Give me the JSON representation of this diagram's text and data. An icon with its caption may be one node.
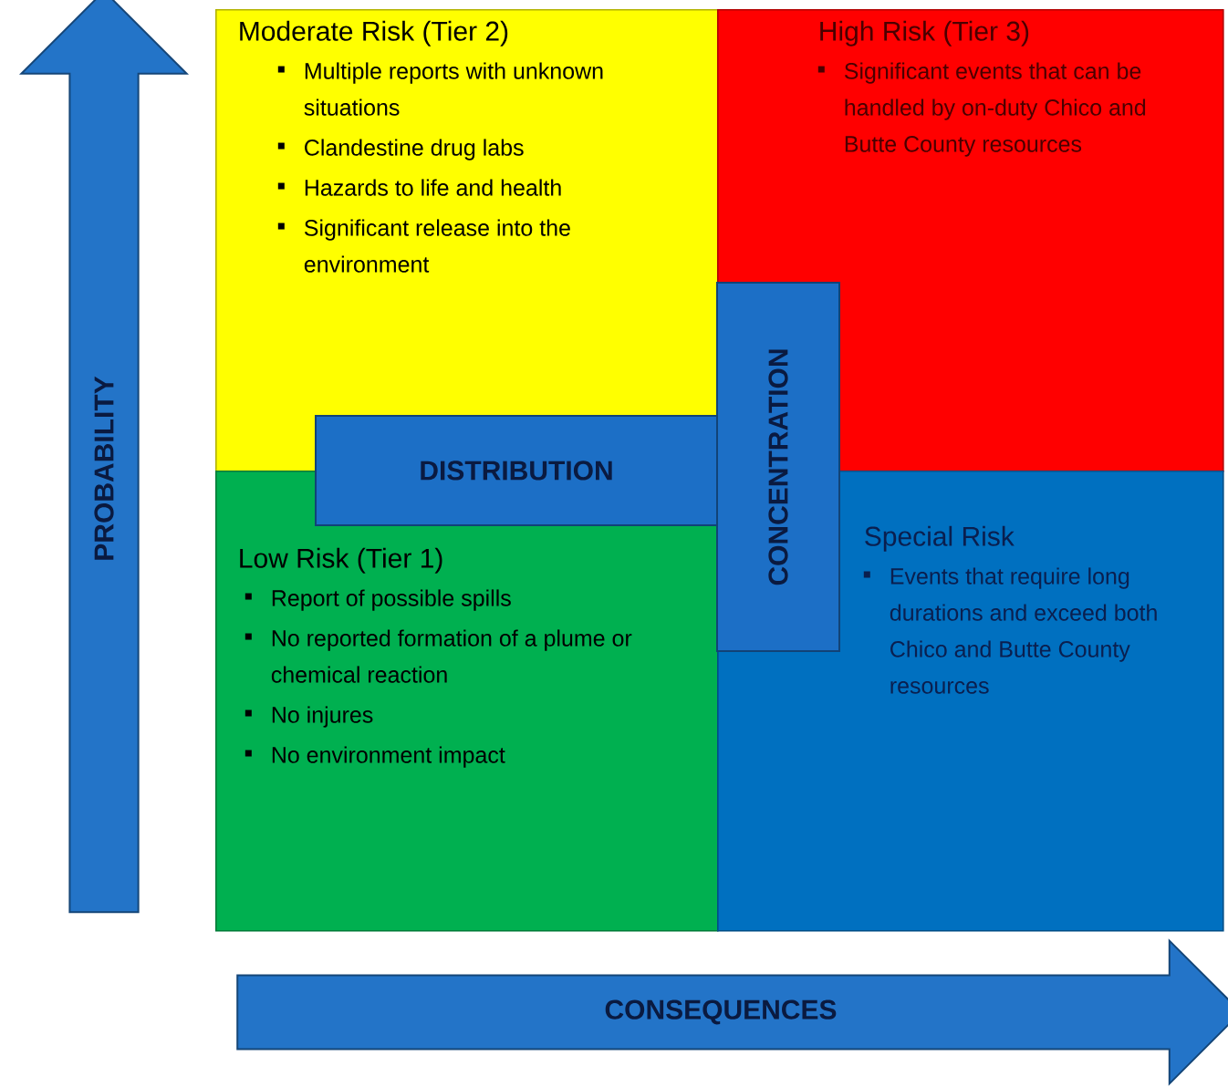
{
  "diagram": {
    "nodes": [
      {
        "text": [
          "PROBABILITY"
        ]
      },
      {
        "text": [
          "Moderate Risk (Tier 2)",
          "Multiple reports with unknown situations",
          "Clandestine drug labs",
          "Hazards to life and health",
          "Significant release into the environment"
        ]
      },
      {
        "text": [
          "High Risk (Tier 3)",
          "Significant events that can be handled by on-duty Chico and Butte County resources"
        ]
      },
      {
        "text": [
          "DISTRIBUTION"
        ]
      },
      {
        "text": [
          "CONCENTRATION"
        ]
      },
      {
        "text": [
          "Low Risk (Tier 1)",
          "Report of possible spills",
          "No reported formation of a plume or chemical reaction",
          "No injures",
          "No environment impact"
        ]
      },
      {
        "text": [
          "Special Risk",
          "Events that require long durations and exceed both Chico and Butte County resources"
        ]
      },
      {
        "text": [
          "CONSEQUENCES"
        ]
      }
    ]
  }
}
